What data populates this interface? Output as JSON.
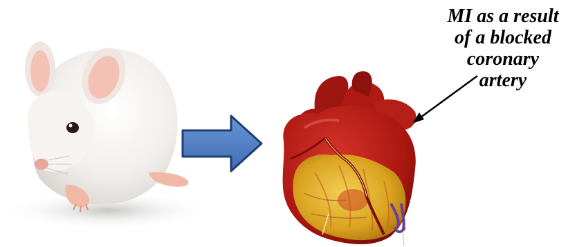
{
  "annotation": {
    "lines": [
      "MI as a result",
      "of a blocked",
      "coronary",
      "artery"
    ]
  },
  "colors": {
    "arrow_fill": "#4f7fc4",
    "arrow_stroke": "#1f3f73",
    "heart_red": "#b01a14",
    "heart_yellow": "#e3b22a",
    "infarct_purple": "#6a3d9a",
    "mouse_fur": "#f4f1ee",
    "mouse_pink": "#f0b5a4"
  },
  "figures": {
    "left": "mouse",
    "middle": "block-arrow-right",
    "right": "heart-with-infarct"
  }
}
